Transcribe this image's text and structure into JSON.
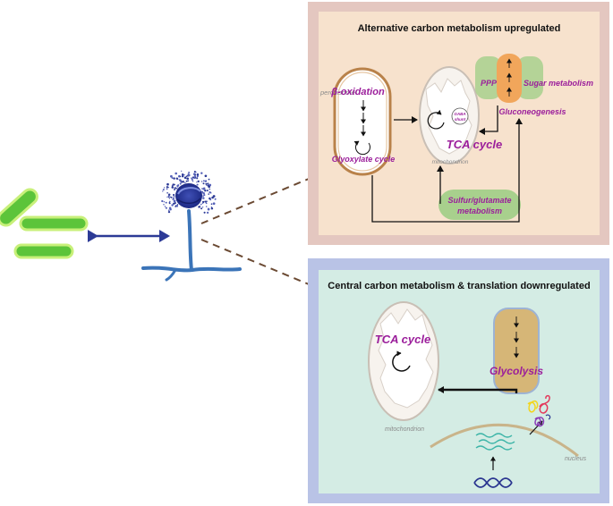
{
  "colors": {
    "upper_panel_border": "#e4c7c0",
    "upper_panel_fill": "#f7e2cd",
    "lower_panel_border": "#b9c3e6",
    "lower_panel_fill": "#d4ece4",
    "label_purple": "#9b1e9b",
    "bacteria_green": "#5cc43a",
    "fungus_blue": "#3b74b8",
    "interaction_arrow": "#2c3a96",
    "dashed_line": "#6b4a33",
    "green_module": "#a8d08d",
    "orange_module": "#f1a65b",
    "glycolysis_module": "#d6b677"
  },
  "upper_panel": {
    "title": "Alternative carbon metabolism upregulated",
    "peroxisome_label": "peroxisome",
    "beta_oxidation": "β-oxidation",
    "glyoxylate_cycle": "Glyoxylate cycle",
    "mitochondrion_label": "mitochondrion",
    "gaba_shunt": [
      "GABA",
      "shunt"
    ],
    "tca_cycle": "TCA cycle",
    "ppp": "PPP",
    "sugar_metabolism": "Sugar metabolism",
    "gluconeogenesis": "Gluconeogenesis",
    "sulfur_glutamate": [
      "Sulfur/glutamate",
      "metabolism"
    ]
  },
  "lower_panel": {
    "title": "Central carbon metabolism & translation downregulated",
    "tca_cycle": "TCA cycle",
    "mitochondrion_label": "mitochondrion",
    "glycolysis": "Glycolysis",
    "nucleus_label": "nucleus"
  }
}
